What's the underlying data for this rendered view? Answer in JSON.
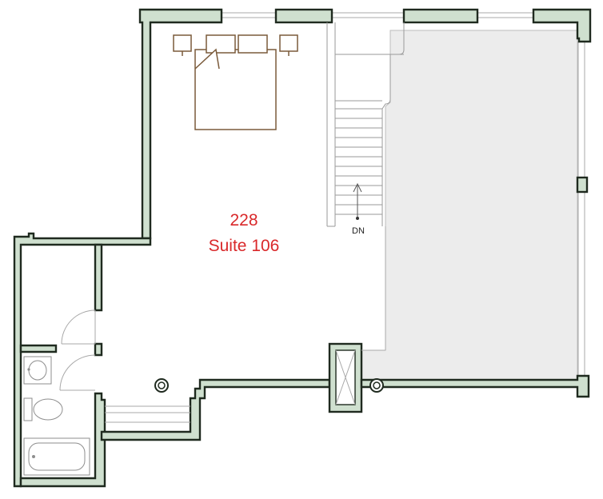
{
  "room": {
    "number": "228",
    "name": "Suite 106"
  },
  "stair": {
    "direction_label": "DN"
  },
  "colors": {
    "wall_fill": "#cfe0cf",
    "wall_stroke": "#1f2a1f",
    "room_label": "#d9282a",
    "open_area_fill": "#ececec",
    "furniture_stroke": "#7a5a3a"
  }
}
